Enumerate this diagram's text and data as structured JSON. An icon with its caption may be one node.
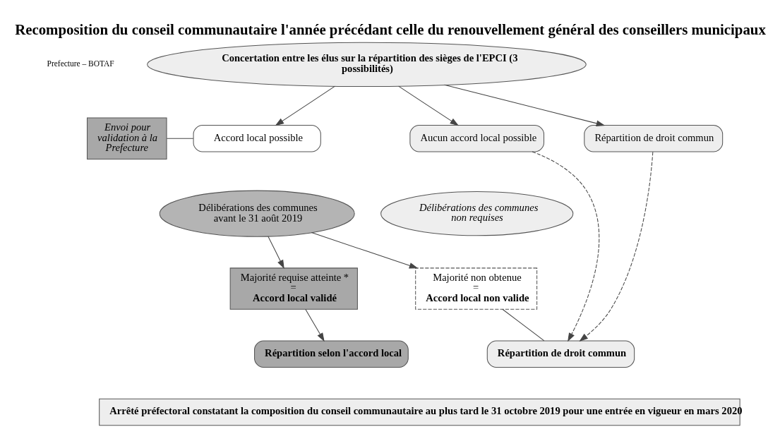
{
  "diagram": {
    "title": "Recomposition du conseil communautaire l'année précédant celle du renouvellement général des conseillers municipaux",
    "nodes": [
      {
        "text": [
          "Concertation entre les élus sur la répartition des sièges de l'EPCI (3 possibilités)"
        ]
      },
      {
        "text": [
          "Envoi pour validation à la Prefecture"
        ]
      },
      {
        "text": [
          "Accord local possible"
        ]
      },
      {
        "text": [
          "Aucun accord local possible"
        ]
      },
      {
        "text": [
          "Répartition de droit commun"
        ]
      },
      {
        "text": [
          "Délibérations des communes avant le 31 août 2019"
        ]
      },
      {
        "text": [
          "Délibérations des communes non requises"
        ]
      },
      {
        "text": [
          "Majorité requise atteinte *",
          "=",
          "Accord local validé"
        ]
      },
      {
        "text": [
          "Majorité non obtenue",
          "=",
          "Accord local non valide"
        ]
      },
      {
        "text": [
          "Répartition selon l'accord local"
        ]
      },
      {
        "text": [
          "Répartition de droit commun"
        ]
      },
      {
        "text": [
          "Arrêté préfectoral constatant la composition du conseil communautaire au plus tard le 31 octobre 2019 pour une entrée en vigueur en mars 2020"
        ]
      }
    ],
    "edges": [
      {
        "from": 0,
        "to": 2,
        "arrow": "to"
      },
      {
        "from": 0,
        "to": 3,
        "arrow": "to"
      },
      {
        "from": 0,
        "to": 4,
        "arrow": "to"
      },
      {
        "from": 1,
        "to": 2,
        "arrow": "none"
      },
      {
        "from": 5,
        "to": 7,
        "arrow": "to"
      },
      {
        "from": 5,
        "to": 8,
        "arrow": "to"
      },
      {
        "from": 7,
        "to": 9,
        "arrow": "to"
      },
      {
        "from": 8,
        "to": 10,
        "arrow": "none"
      },
      {
        "from": 3,
        "to": 10,
        "arrow": "to",
        "style": "dashed"
      },
      {
        "from": 4,
        "to": 10,
        "arrow": "to",
        "style": "dashed"
      }
    ],
    "labels": [
      "Prefecture – BOTAF"
    ]
  }
}
